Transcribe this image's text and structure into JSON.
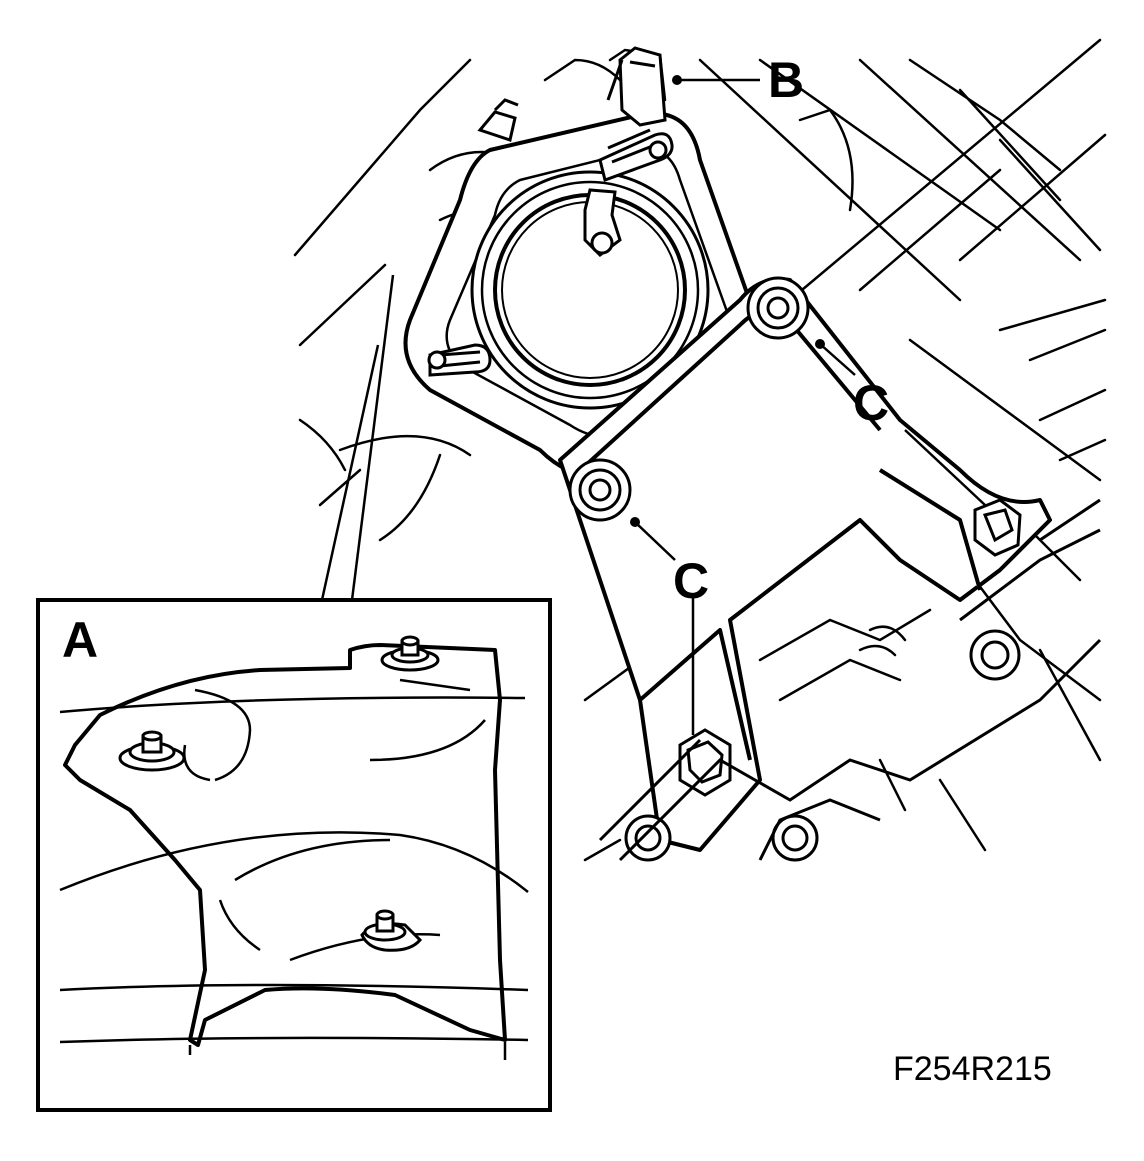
{
  "figure": {
    "id": "F254R215",
    "callouts": {
      "a": "A",
      "b": "B",
      "c1": "C",
      "c2": "C"
    }
  },
  "colors": {
    "ink": "#000000",
    "paper": "#ffffff"
  }
}
